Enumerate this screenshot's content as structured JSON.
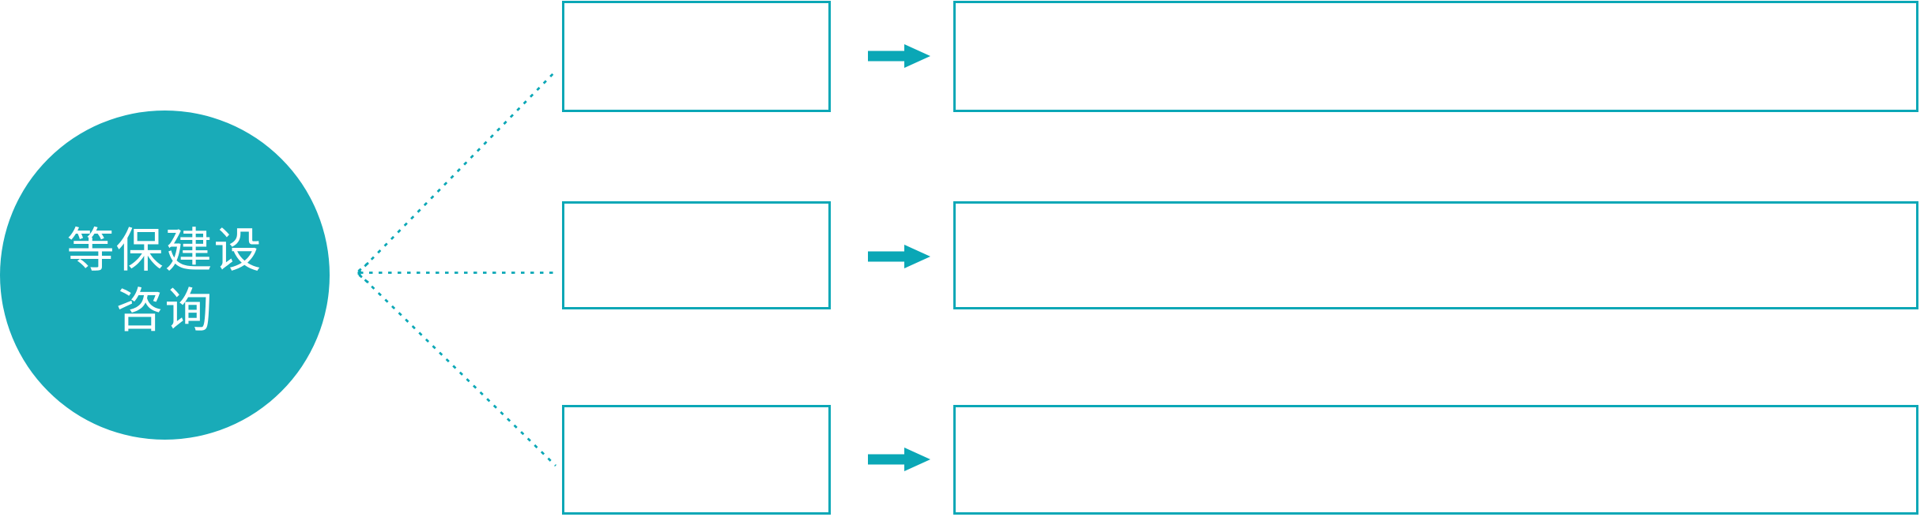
{
  "diagram": {
    "circle": {
      "label": "等保建设咨询",
      "label_lines": [
        "等保建设",
        "咨询"
      ]
    },
    "rows": [
      {
        "name": "row-1",
        "small_box_text": "",
        "large_box_text": ""
      },
      {
        "name": "row-2",
        "small_box_text": "",
        "large_box_text": ""
      },
      {
        "name": "row-3",
        "small_box_text": "",
        "large_box_text": ""
      }
    ]
  },
  "colors": {
    "accent": "#0aa7b6",
    "circle_fill": "#19abb8",
    "background": "#ffffff",
    "label_text": "#ffffff"
  }
}
